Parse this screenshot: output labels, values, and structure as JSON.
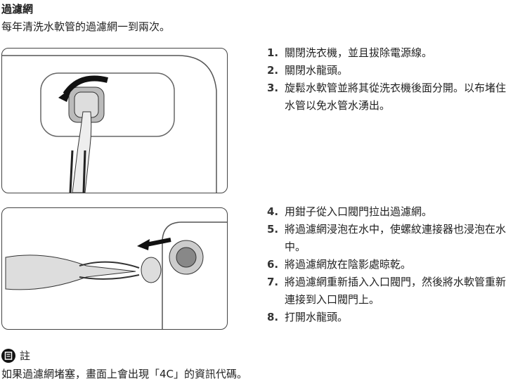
{
  "title": "過濾網",
  "intro": "每年清洗水軟管的過濾網一到兩次。",
  "steps_group1": [
    {
      "num": "1.",
      "text": "關閉洗衣機，並且拔除電源線。"
    },
    {
      "num": "2.",
      "text": "關閉水龍頭。"
    },
    {
      "num": "3.",
      "text": "旋鬆水軟管並將其從洗衣機後面分開。以布堵住水管以免水管水湧出。"
    }
  ],
  "steps_group2": [
    {
      "num": "4.",
      "text": "用鉗子從入口閥門拉出過濾網。"
    },
    {
      "num": "5.",
      "text": "將過濾網浸泡在水中，使螺紋連接器也浸泡在水中。"
    },
    {
      "num": "6.",
      "text": "將過濾網放在陰影處晾乾。"
    },
    {
      "num": "7.",
      "text": "將過濾網重新插入入口閥門，然後將水軟管重新連接到入口閥門上。"
    },
    {
      "num": "8.",
      "text": "打開水龍頭。"
    }
  ],
  "note": {
    "icon": "note-icon",
    "label": "註",
    "text": "如果過濾網堵塞，畫面上會出現「4C」的資訊代碼。"
  }
}
